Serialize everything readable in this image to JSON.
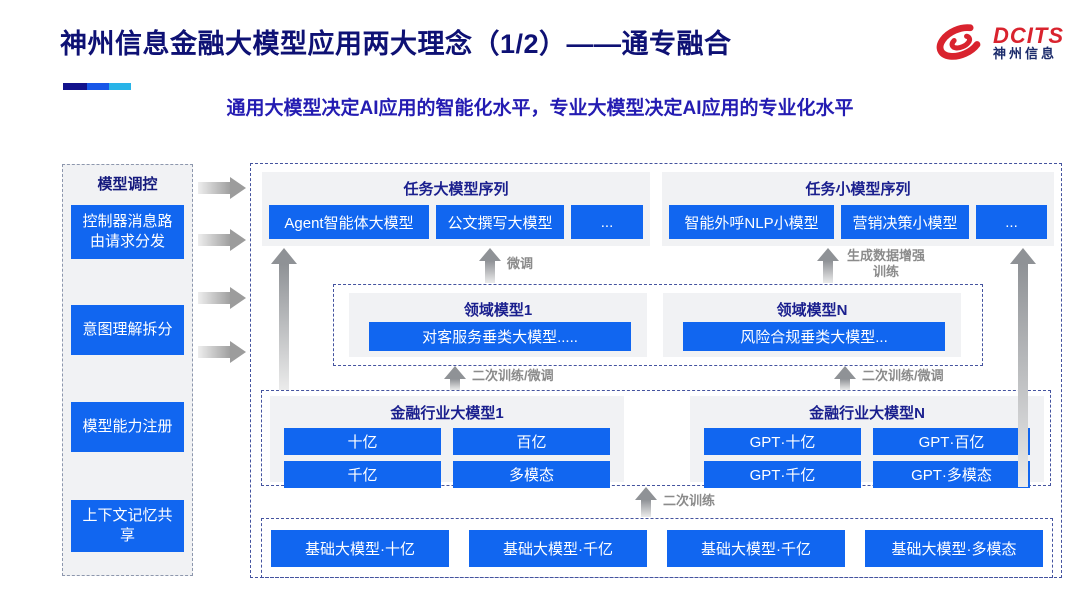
{
  "header": {
    "title": "神州信息金融大模型应用两大理念（1/2）——通专融合",
    "subtitle": "通用大模型决定AI应用的智能化水平，专业大模型决定AI应用的专业化水平",
    "logo_brand": "DCITS",
    "logo_name": "神州信息"
  },
  "sidebar": {
    "title": "模型调控",
    "items": [
      "控制器消息路由请求分发",
      "意图理解拆分",
      "模型能力注册",
      "上下文记忆共享"
    ]
  },
  "diagram": {
    "task_large": {
      "title": "任务大模型序列",
      "items": [
        "Agent智能体大模型",
        "公文撰写大模型",
        "..."
      ]
    },
    "task_small": {
      "title": "任务小模型序列",
      "items": [
        "智能外呼NLP小模型",
        "营销决策小模型",
        "..."
      ]
    },
    "domain1": {
      "title": "领域模型1",
      "item": "对客服务垂类大模型....."
    },
    "domainN": {
      "title": "领域模型N",
      "item": "风险合规垂类大模型..."
    },
    "industry1": {
      "title": "金融行业大模型1",
      "items": [
        "十亿",
        "百亿",
        "千亿",
        "多模态"
      ]
    },
    "industryN": {
      "title": "金融行业大模型N",
      "items": [
        "GPT·十亿",
        "GPT·百亿",
        "GPT·千亿",
        "GPT·多模态"
      ]
    },
    "base_models": [
      "基础大模型·十亿",
      "基础大模型·千亿",
      "基础大模型·千亿",
      "基础大模型·多模态"
    ],
    "labels": {
      "fine_tune": "微调",
      "gen_data_train": "生成数据增强训练",
      "retrain_ft_left": "二次训练/微调",
      "retrain_ft_right": "二次训练/微调",
      "retrain": "二次训练"
    }
  },
  "colors": {
    "accent_blue": "#1166f0",
    "title_navy": "#0e1174",
    "subtitle_blue": "#241cb2",
    "brand_red": "#d9232e",
    "underline_segments": [
      "#12128c",
      "#1857e8",
      "#28b4e8"
    ]
  }
}
